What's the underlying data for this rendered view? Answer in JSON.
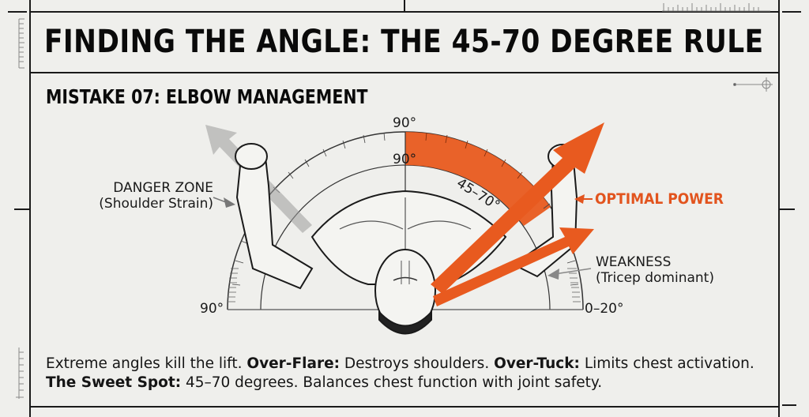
{
  "header": {
    "title": "FINDING THE ANGLE: THE 45-70 DEGREE RULE"
  },
  "section": {
    "subtitle": "MISTAKE 07: ELBOW MANAGEMENT"
  },
  "diagram": {
    "protractor": {
      "top_label_outer": "90°",
      "top_label_inner": "90°",
      "left_label": "90°",
      "right_label": "0–20°",
      "highlight_label": "45–70°",
      "highlight_range_deg": [
        45,
        70
      ],
      "highlight_color": "#e85a1f"
    },
    "annotations": {
      "danger_title": "DANGER ZONE",
      "danger_sub": "(Shoulder Strain)",
      "optimal": "OPTIMAL POWER",
      "weakness_title": "WEAKNESS",
      "weakness_sub": "(Tricep dominant)"
    },
    "icons": [
      "danger-arrow-icon",
      "optimal-arrow-icon",
      "weakness-arrow-icon",
      "crosshair-icon"
    ]
  },
  "footer": {
    "intro": "Extreme angles kill the lift. ",
    "flare_label": "Over-Flare:",
    "flare_text": " Destroys shoulders. ",
    "tuck_label": "Over-Tuck:",
    "tuck_text": " Limits chest activation. ",
    "sweet_label": "The Sweet Spot:",
    "sweet_text": " 45–70 degrees. Balances chest function with joint safety."
  },
  "colors": {
    "accent": "#e2541e",
    "background": "#efefec",
    "ink": "#111111",
    "ghost_arrow": "#a8a8a8"
  }
}
